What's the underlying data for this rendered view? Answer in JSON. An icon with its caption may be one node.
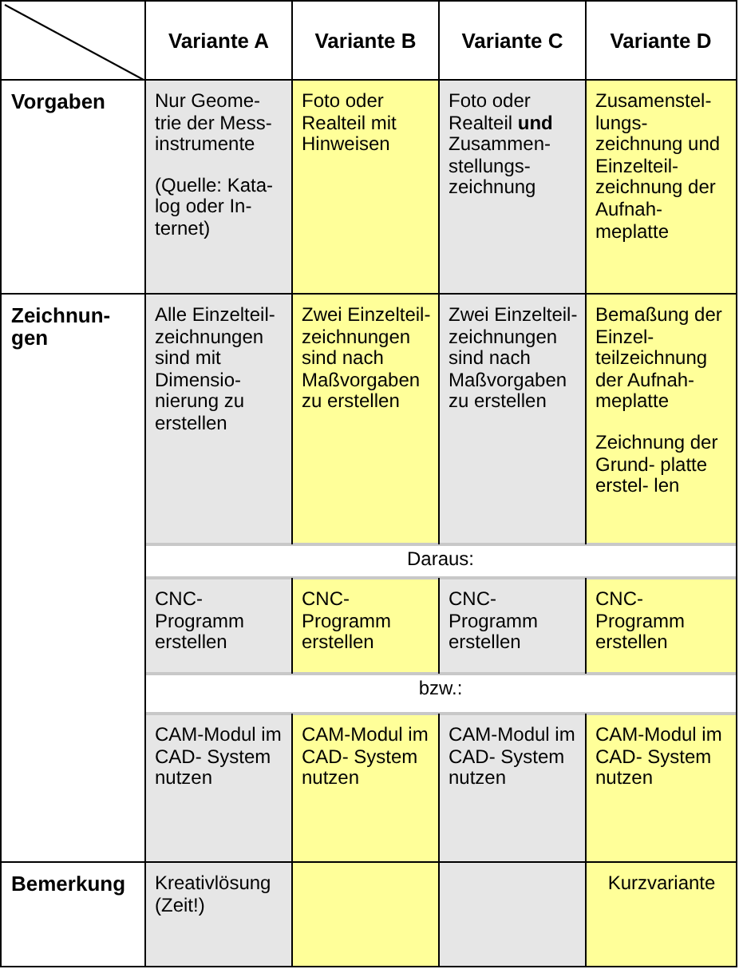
{
  "diagram": {
    "labels": [
      "Variante A",
      "Variante B",
      "Variante C",
      "Variante D",
      "Vorgaben",
      "Nur Geome- trie der Mess- instrumente",
      "(Quelle: Kata- log oder In- ternet)",
      "Foto oder Realteil mit Hinweisen",
      "Foto oder Realteil **und** Zusammen- stellungs- zeichnung",
      "Zusamenstel- lungs- zeichnung und Einzelteil- zeichnung der Aufnah- meplatte",
      "Zeichnun- gen",
      "Alle Einzelteil- zeichnungen sind mit Dimensio- nierung zu erstellen",
      "Zwei Einzelteil- zeichnungen sind nach Maßvorgaben zu erstellen",
      "Zwei Einzelteil- zeichnungen sind nach Maßvorgaben zu erstellen",
      "Bemaßung der Einzel- teilzeichnung der Aufnah- meplatte",
      "Zeichnung der Grund- platte erstel- len",
      "Daraus:",
      "CNC- Programm erstellen",
      "CNC- Programm erstellen",
      "CNC- Programm erstellen",
      "CNC- Programm erstellen",
      "bzw.:",
      "CAM-Modul im CAD- System nutzen",
      "CAM-Modul im CAD- System nutzen",
      "CAM-Modul im CAD- System nutzen",
      "CAM-Modul im CAD- System nutzen",
      "Bemerkung",
      "Kreativlösung (Zeit!)",
      "Kurzvariante"
    ]
  }
}
